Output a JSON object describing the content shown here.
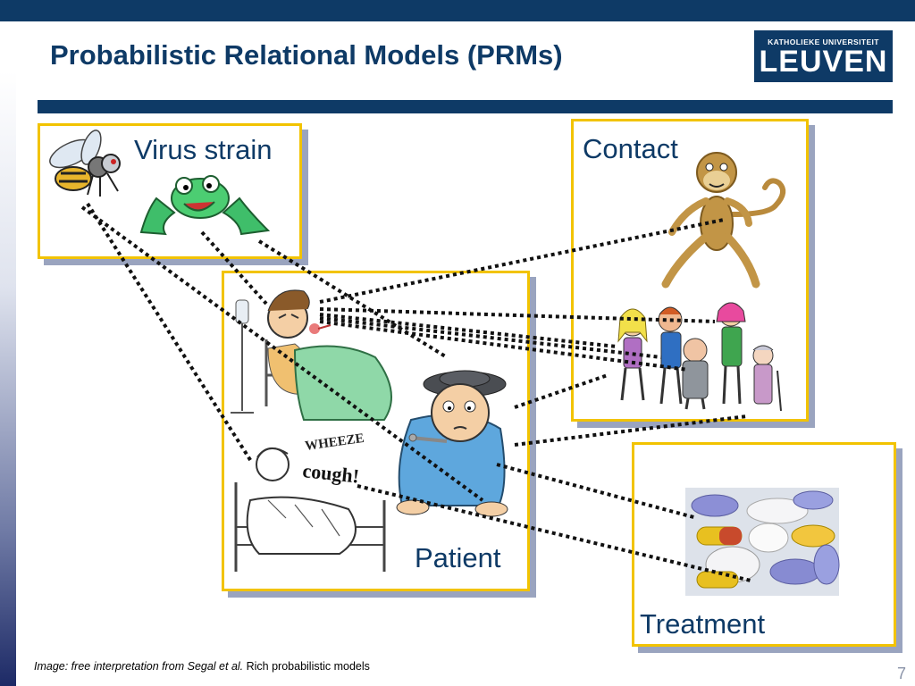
{
  "slide": {
    "title": "Probabilistic Relational Models (PRMs)",
    "logo": {
      "line1": "KATHOLIEKE UNIVERSITEIT",
      "line2": "LEUVEN"
    },
    "footer_italic": "Image: free interpretation from Segal et al.",
    "footer_plain": " Rich probabilistic models",
    "page_number": "7"
  },
  "entities": {
    "virus_strain": "Virus strain",
    "contact": "Contact",
    "patient": "Patient",
    "treatment": "Treatment"
  },
  "illustration_text": {
    "wheeze": "WHEEZE",
    "cough": "cough!"
  },
  "colors": {
    "navy": "#0e3a66",
    "box_border": "#f2c300",
    "shadow": "#9aa4bf"
  }
}
